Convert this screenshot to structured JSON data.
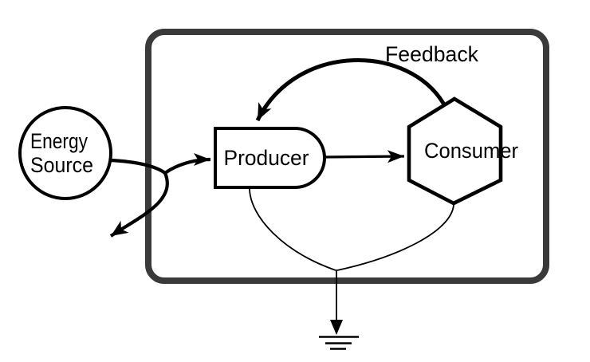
{
  "diagram": {
    "background": "#ffffff",
    "stroke_color": "#000000",
    "boundary": {
      "shape": "rounded-rectangle",
      "color": "#3a3a3a"
    },
    "nodes": [
      {
        "id": "energy-source",
        "shape": "circle",
        "lines": [
          "Energy",
          "Source"
        ],
        "position": "outside-boundary-left"
      },
      {
        "id": "producer",
        "shape": "rounded-box",
        "label": "Producer",
        "position": "inside-boundary"
      },
      {
        "id": "consumer",
        "shape": "hexagon",
        "label": "Consumer",
        "position": "inside-boundary"
      }
    ],
    "edges": [
      {
        "id": "energy-to-producer",
        "from": "energy-source",
        "to": "producer",
        "style": "thick-arrow"
      },
      {
        "id": "energy-branch-out",
        "from": "energy-source",
        "to": "outside-boundary",
        "style": "thick-arrow"
      },
      {
        "id": "producer-to-consumer",
        "from": "producer",
        "to": "consumer",
        "style": "thick-arrow"
      },
      {
        "id": "consumer-to-producer",
        "from": "consumer",
        "to": "producer",
        "style": "thick-curved-arrow",
        "label": "Feedback"
      },
      {
        "id": "producer-to-ground",
        "from": "producer",
        "to": "ground",
        "style": "thin-line"
      },
      {
        "id": "consumer-to-ground",
        "from": "consumer",
        "to": "ground",
        "style": "thin-line"
      }
    ],
    "ground_symbol": true
  }
}
